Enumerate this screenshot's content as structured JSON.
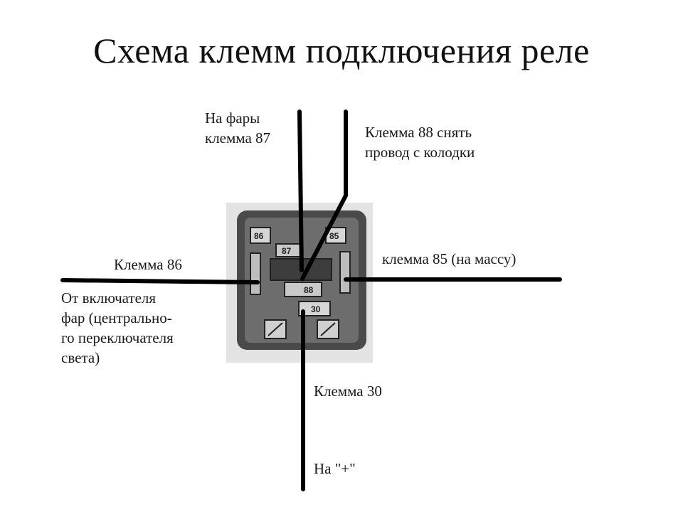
{
  "title": "Схема клемм подключения реле",
  "labels": {
    "terminal_87": [
      "На фары",
      "клемма 87"
    ],
    "terminal_88": [
      "Клемма 88 снять",
      "провод с колодки"
    ],
    "terminal_86": "Клемма 86",
    "terminal_85": "клемма 85 (на массу)",
    "source": [
      "От включателя",
      "фар (центрально-",
      "го переключателя",
      "света)"
    ],
    "terminal_30": "Клемма 30",
    "plus": "На \"+\""
  },
  "pins": {
    "p86": "86",
    "p87": "87",
    "p85": "85",
    "p88": "88",
    "p30": "30"
  }
}
